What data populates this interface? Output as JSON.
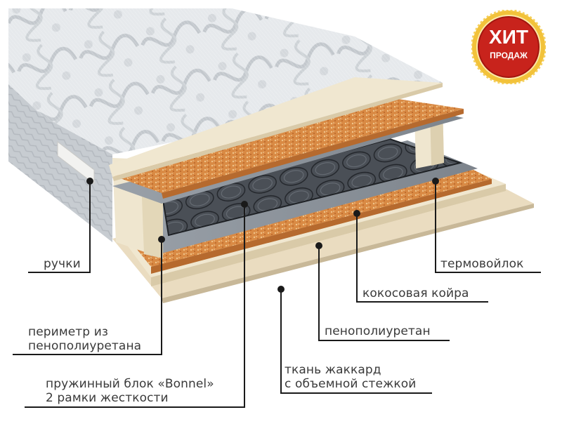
{
  "diagram": {
    "subject": "Mattress cross-section",
    "badge": {
      "line1": "ХИТ",
      "line2": "ПРОДАЖ",
      "fill_color": "#c8231c",
      "ring_color": "#f2c23a"
    },
    "colors": {
      "quilt_top": "#e4e7ea",
      "quilt_side": "#c9ced3",
      "foam": "#efe6cf",
      "foam_shadow": "#dccfb0",
      "coir": "#d7843f",
      "felt": "#8d949c",
      "springs": "#3e4248",
      "base_fabric": "#e9dcc0",
      "leader_line": "#1a1a1a",
      "label_text": "#3a3a3a"
    },
    "labels": [
      {
        "id": "handles",
        "text": "ручки"
      },
      {
        "id": "thermofelt",
        "text": "термовойлок"
      },
      {
        "id": "coconut-coir",
        "text": "кокосовая койра"
      },
      {
        "id": "polyurethane-foam",
        "text": "пенополиуретан"
      },
      {
        "id": "perimeter-line1",
        "text": "периметр из"
      },
      {
        "id": "perimeter-line2",
        "text": "пенополиуретана"
      },
      {
        "id": "jacquard-line1",
        "text": "ткань жаккард"
      },
      {
        "id": "jacquard-line2",
        "text": "с объемной стежкой"
      },
      {
        "id": "spring-line1",
        "text": "пружинный блок «Bonnel»"
      },
      {
        "id": "spring-line2",
        "text": "2 рамки жесткости"
      }
    ]
  }
}
